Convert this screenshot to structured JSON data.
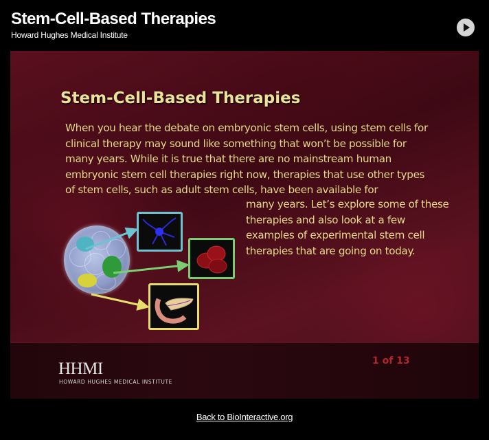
{
  "header": {
    "title": "Stem-Cell-Based Therapies",
    "subtitle": "Howard Hughes Medical Institute",
    "play_icon": "play-circle-icon"
  },
  "slide": {
    "title": "Stem-Cell-Based Therapies",
    "body": "When you hear the debate on embryonic stem cells, using stem cells for clinical therapy may sound like something that won’t be possible for many years. While it is true that there are no mainstream human embryonic stem cell therapies right now, therapies that use other types of stem cells, such as adult stem cells, have been available for",
    "body_continued": "many years. Let’s explore some of these therapies and also look at a few examples of experimental stem cell therapies that are going on today.",
    "illustration": {
      "source": "blastocyst",
      "targets": [
        {
          "name": "neuron",
          "color": "#6cc4d2"
        },
        {
          "name": "red-blood-cells",
          "color": "#7ccd72"
        },
        {
          "name": "pancreas",
          "color": "#e7df6a"
        }
      ]
    },
    "footer": {
      "logo": "HHMI",
      "logo_full": "HOWARD HUGHES MEDICAL INSTITUTE",
      "page_counter": "1 of 13"
    }
  },
  "links": {
    "back": "Back to BioInteractive.org"
  },
  "colors": {
    "slide_text": "#e4d98a",
    "counter": "#b3252c",
    "background": "#000000"
  }
}
